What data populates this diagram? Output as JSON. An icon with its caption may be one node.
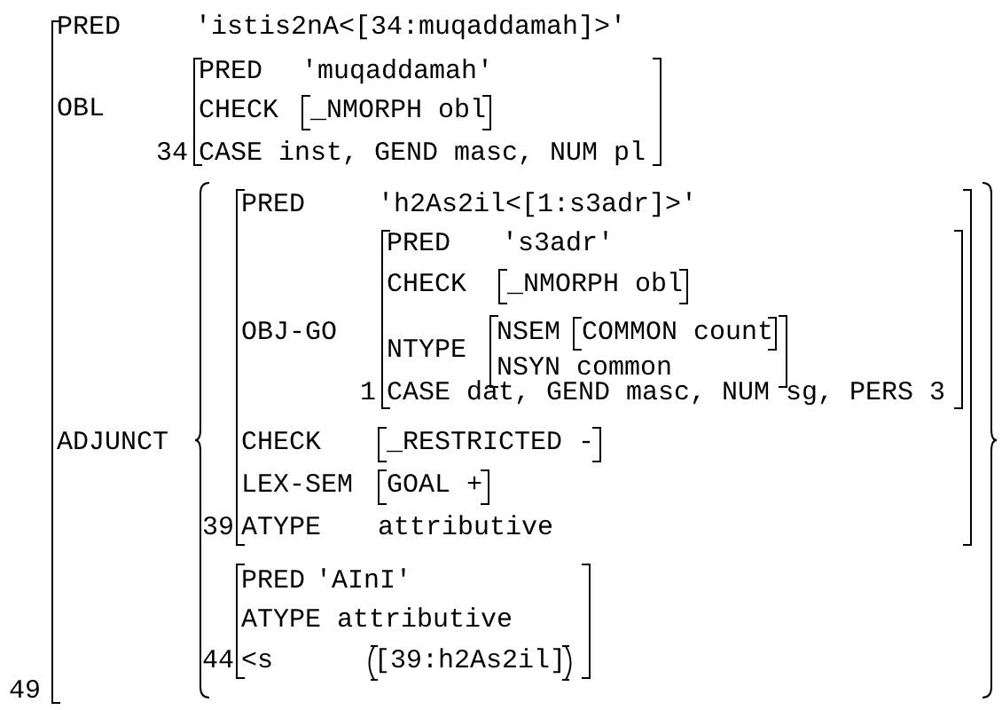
{
  "diagram": {
    "nodes": [
      {
        "text": [
          "PRED",
          "'istis2nA<[34:muqaddamah]>'",
          "OBL",
          "ADJUNCT"
        ],
        "beside": [
          "49"
        ]
      },
      {
        "text": [
          "PRED",
          "'muqaddamah'",
          "CHECK",
          "CASE inst, GEND masc, NUM pl"
        ],
        "beside": [
          "34"
        ],
        "in": 0
      },
      {
        "text": [
          "_NMORPH obl"
        ],
        "in": 1
      },
      {
        "text": [],
        "shape": "brace",
        "in": 0
      },
      {
        "text": [
          "PRED",
          "'h2As2il<[1:s3adr]>'",
          "OBJ-GO",
          "CHECK",
          "LEX-SEM",
          "ATYPE",
          "attributive"
        ],
        "beside": [
          "39"
        ],
        "in": 3
      },
      {
        "text": [
          "PRED",
          "'s3adr'",
          "CHECK",
          "NTYPE",
          "CASE dat, GEND masc, NUM sg, PERS 3"
        ],
        "beside": [
          "1"
        ],
        "in": 4
      },
      {
        "text": [
          "_NMORPH obl"
        ],
        "in": 5
      },
      {
        "text": [
          "NSEM",
          "NSYN",
          "common"
        ],
        "in": 5
      },
      {
        "text": [
          "COMMON count"
        ],
        "in": 7
      },
      {
        "text": [
          "_RESTRICTED -"
        ],
        "in": 4
      },
      {
        "text": [
          "GOAL +"
        ],
        "in": 4
      },
      {
        "text": [
          "PRED",
          "'AInI'",
          "ATYPE",
          "attributive",
          "<s"
        ],
        "beside": [
          "44"
        ],
        "in": 3
      },
      {
        "text": [
          "[39:h2As2il]"
        ],
        "in": 11
      }
    ]
  }
}
